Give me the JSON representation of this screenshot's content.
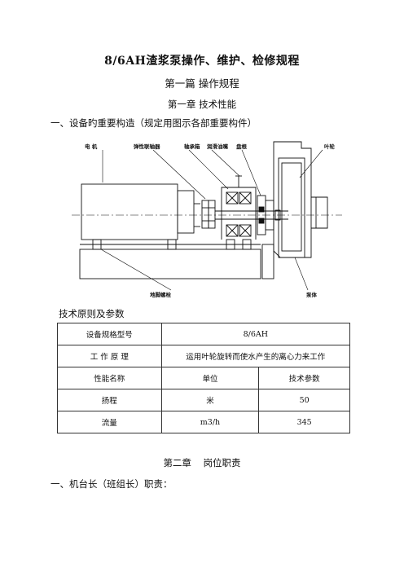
{
  "document": {
    "title": "8/6AH渣浆泵操作、维护、检修规程",
    "part_title": "第一篇  操作规程",
    "chapter1_title": "第一章  技术性能",
    "section1_heading": "一、设备旳重要构造（规定用图示各部重要构件）",
    "diagram_labels": {
      "motor": "电  机",
      "coupling": "弹性联轴器",
      "bearing_box": "轴承箱",
      "grease_cup": "润滑油嘴",
      "packing": "盘根",
      "impeller": "叶轮",
      "anchor_bolt": "地脚螺栓",
      "pump_body": "泵体"
    },
    "table_caption": "技术原则及参数",
    "table": {
      "row1": {
        "label": "设备规格型号",
        "value": "8/6AH"
      },
      "row2": {
        "label": "工   作   原   理",
        "value": "运用叶轮旋转而使水产生的离心力来工作"
      },
      "header": {
        "c1": "性能名称",
        "c2": "单位",
        "c3": "技术参数"
      },
      "rows": [
        {
          "name": "扬程",
          "unit": "米",
          "param": "50"
        },
        {
          "name": "流量",
          "unit": "m3/h",
          "param": "345"
        }
      ]
    },
    "chapter2_title": "第二章    岗位职责",
    "section2_heading": "一、机台长（班组长）职责："
  }
}
